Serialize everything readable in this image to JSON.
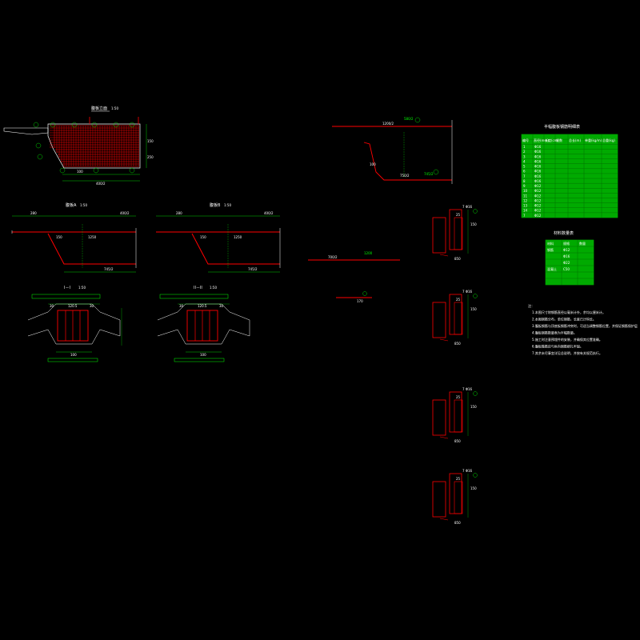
{
  "drawing": {
    "background": "#000000",
    "colors": {
      "rebar": "#ff0000",
      "outline": "#ffffff",
      "dimension": "#00ff00",
      "table_fill": "#00ff00"
    }
  },
  "views": {
    "elevation_title": "腹板立面",
    "elevation_scale": "1:50",
    "plan_a_title": "腹板A",
    "plan_a_scale": "1:50",
    "plan_b_title": "腹板B",
    "plan_b_scale": "1:50",
    "section_1_title": "I－I",
    "section_1_scale": "1:50",
    "section_2_title": "II－II",
    "section_2_scale": "1:50"
  },
  "dimensions": {
    "elev_bottom_1": "100",
    "elev_bottom_2": "400/2",
    "elev_side_1": "150",
    "elev_side_2": "250",
    "plan_top_1": "280",
    "plan_top_2": "400/2",
    "plan_mid_1": "150",
    "plan_mid_2": "1250",
    "plan_bottom": "745/2",
    "sec_top_1": "30",
    "sec_top_2": "120.5",
    "sec_top_3": "30",
    "sec_bottom": "100",
    "curve_top_1": "1200/2",
    "curve_top_2": "580/2",
    "curve_dim_1": "100",
    "curve_dim_2": "750/2",
    "curve_bottom": "745/2",
    "short_bar_1": "700/2",
    "short_bar_2": "1200",
    "short_bar_3": "170"
  },
  "detail_labels": [
    {
      "top": "7 Φ16",
      "mid": "25",
      "side": "150",
      "bot": "850"
    },
    {
      "top": "7 Φ16",
      "mid": "25",
      "side": "150",
      "bot": "850"
    },
    {
      "top": "7 Φ16",
      "mid": "25",
      "side": "150",
      "bot": "850"
    },
    {
      "top": "7 Φ16",
      "mid": "25",
      "side": "150",
      "bot": "850"
    }
  ],
  "table1": {
    "title": "半幅腹板钢筋明细表",
    "headers": [
      "编号",
      "直径(mm)",
      "长度(cm)",
      "根数",
      "总长(m)",
      "单重(kg/m)",
      "总重(kg)"
    ],
    "rows": [
      [
        "1",
        "Φ16",
        "",
        "",
        "",
        "",
        ""
      ],
      [
        "2",
        "Φ16",
        "",
        "",
        "",
        "",
        ""
      ],
      [
        "3",
        "Φ16",
        "",
        "",
        "",
        "",
        ""
      ],
      [
        "4",
        "Φ16",
        "",
        "",
        "",
        "",
        ""
      ],
      [
        "5",
        "Φ16",
        "",
        "",
        "",
        "",
        ""
      ],
      [
        "6",
        "Φ16",
        "",
        "",
        "",
        "",
        ""
      ],
      [
        "7",
        "Φ16",
        "",
        "",
        "",
        "",
        ""
      ],
      [
        "8",
        "Φ16",
        "",
        "",
        "",
        "",
        ""
      ],
      [
        "9",
        "Φ12",
        "",
        "",
        "",
        "",
        ""
      ],
      [
        "10",
        "Φ12",
        "",
        "",
        "",
        "",
        ""
      ],
      [
        "11",
        "Φ12",
        "",
        "",
        "",
        "",
        ""
      ],
      [
        "12",
        "Φ12",
        "",
        "",
        "",
        "",
        ""
      ],
      [
        "13",
        "Φ12",
        "",
        "",
        "",
        "",
        ""
      ],
      [
        "14",
        "Φ12",
        "",
        "",
        "",
        "",
        ""
      ],
      [
        "7",
        "Φ12",
        "",
        "",
        "",
        "",
        ""
      ]
    ]
  },
  "table2": {
    "title": "材料数量表",
    "headers": [
      "材料",
      "规格",
      "数量"
    ],
    "rows": [
      [
        "钢筋",
        "Φ12",
        ""
      ],
      [
        "",
        "Φ16",
        ""
      ],
      [
        "",
        "Φ22",
        ""
      ],
      [
        "混凝土",
        "C50",
        ""
      ],
      [
        "",
        "",
        ""
      ],
      [
        "",
        "",
        ""
      ]
    ]
  },
  "notes": {
    "heading": "注：",
    "lines": [
      "1.本图尺寸除钢筋直径以毫米计外，余均以厘米计。",
      "2.本图钢筋分布，单位钢筋，长度已计钩长。",
      "3.腹板钢筋与顶底板钢筋冲突时，可适当调整钢筋位置，并保证钢筋保护层厚度满足要求。",
      "4.腹板钢筋数量表为半幅数量。",
      "5.施工时注意预埋件的安装，并确保其位置准确。",
      "6.腹板箍筋应与纵向钢筋绑扎牢固。",
      "7.其余未尽事宜详见总说明，并按有关规范执行。"
    ]
  }
}
